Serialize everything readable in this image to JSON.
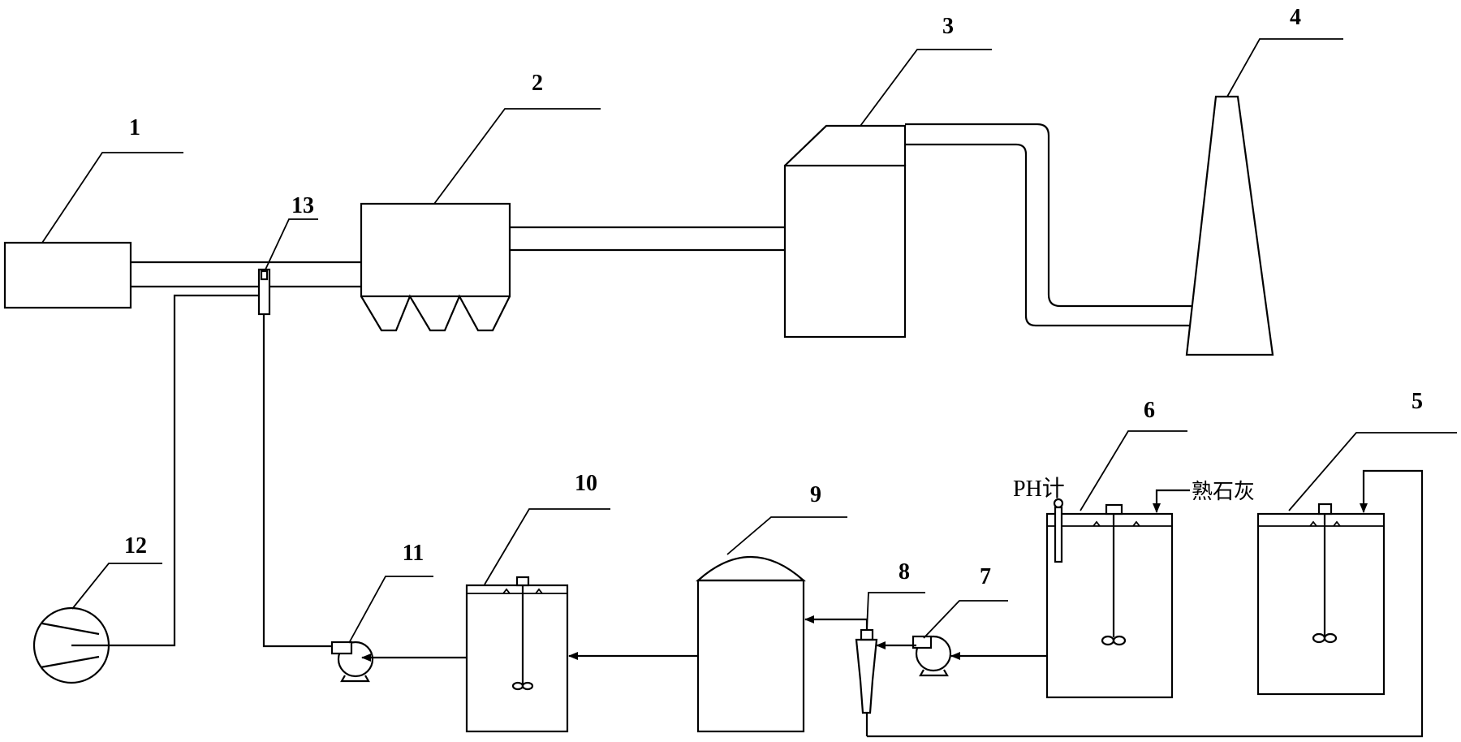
{
  "labels": {
    "n1": "1",
    "n2": "2",
    "n3": "3",
    "n4": "4",
    "n5": "5",
    "n6": "6",
    "n7": "7",
    "n8": "8",
    "n9": "9",
    "n10": "10",
    "n11": "11",
    "n12": "12",
    "n13": "13"
  },
  "annotations": {
    "ph_meter": "PH计",
    "slaked_lime": "熟石灰"
  }
}
